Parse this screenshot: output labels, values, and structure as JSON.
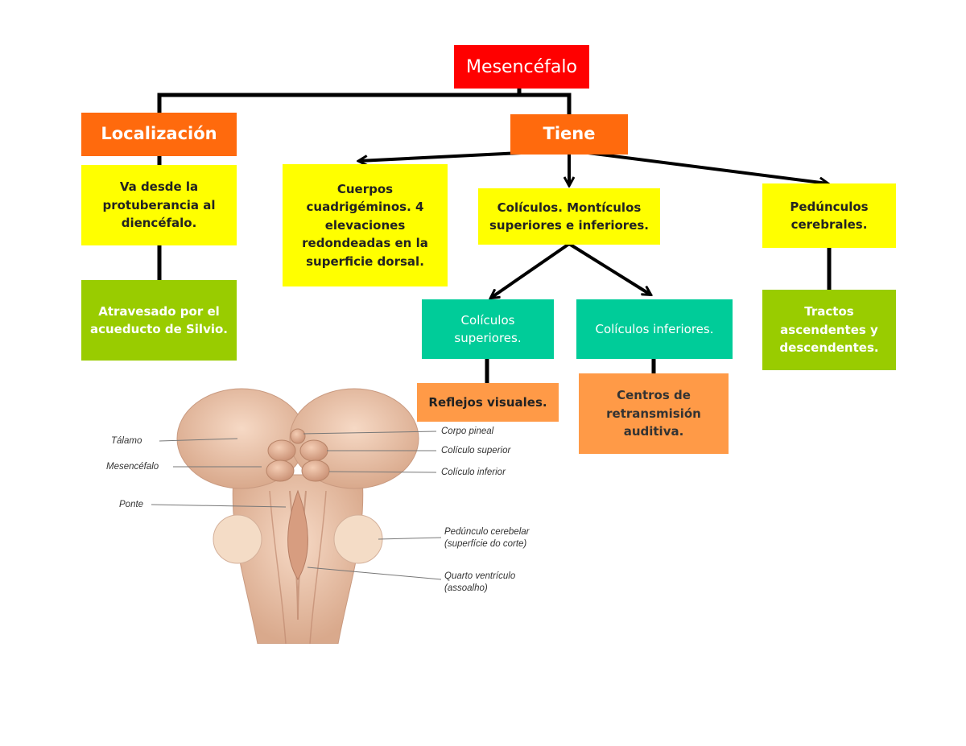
{
  "root": {
    "label": "Mesencéfalo"
  },
  "localizacion": {
    "header": "Localización",
    "range": "Va desde la protuberancia al diencéfalo.",
    "crossed": "Atravesado por el acueducto de Silvio."
  },
  "tiene": {
    "header": "Tiene",
    "cuerpos": "Cuerpos cuadrigéminos. 4 elevaciones redondeadas en la superficie dorsal.",
    "coliculos": "Colículos. Montículos superiores e inferiores.",
    "pedunculos": "Pedúnculos cerebrales.",
    "sup": "Colículos superiores.",
    "inf": "Colículos inferiores.",
    "reflejos": "Reflejos visuales.",
    "centros": "Centros de retransmisión auditiva.",
    "tractos": "Tractos ascendentes y descendentes."
  },
  "illustration": {
    "labels": {
      "talamo": "Tálamo",
      "mesencefalo": "Mesencéfalo",
      "ponte": "Ponte",
      "corpo_pineal": "Corpo pineal",
      "coliculo_superior": "Colículo superior",
      "coliculo_inferior": "Colículo inferior",
      "pedunculo_1": "Pedúnculo cerebelar",
      "pedunculo_2": "(superfície do corte)",
      "quarto_1": "Quarto ventrículo",
      "quarto_2": "(assoalho)"
    }
  },
  "colors": {
    "root": "#ff0000",
    "header": "#ff6a0d",
    "yellow": "#ffff00",
    "green": "#99cc00",
    "teal": "#00cc99",
    "peach": "#ff9a47"
  }
}
